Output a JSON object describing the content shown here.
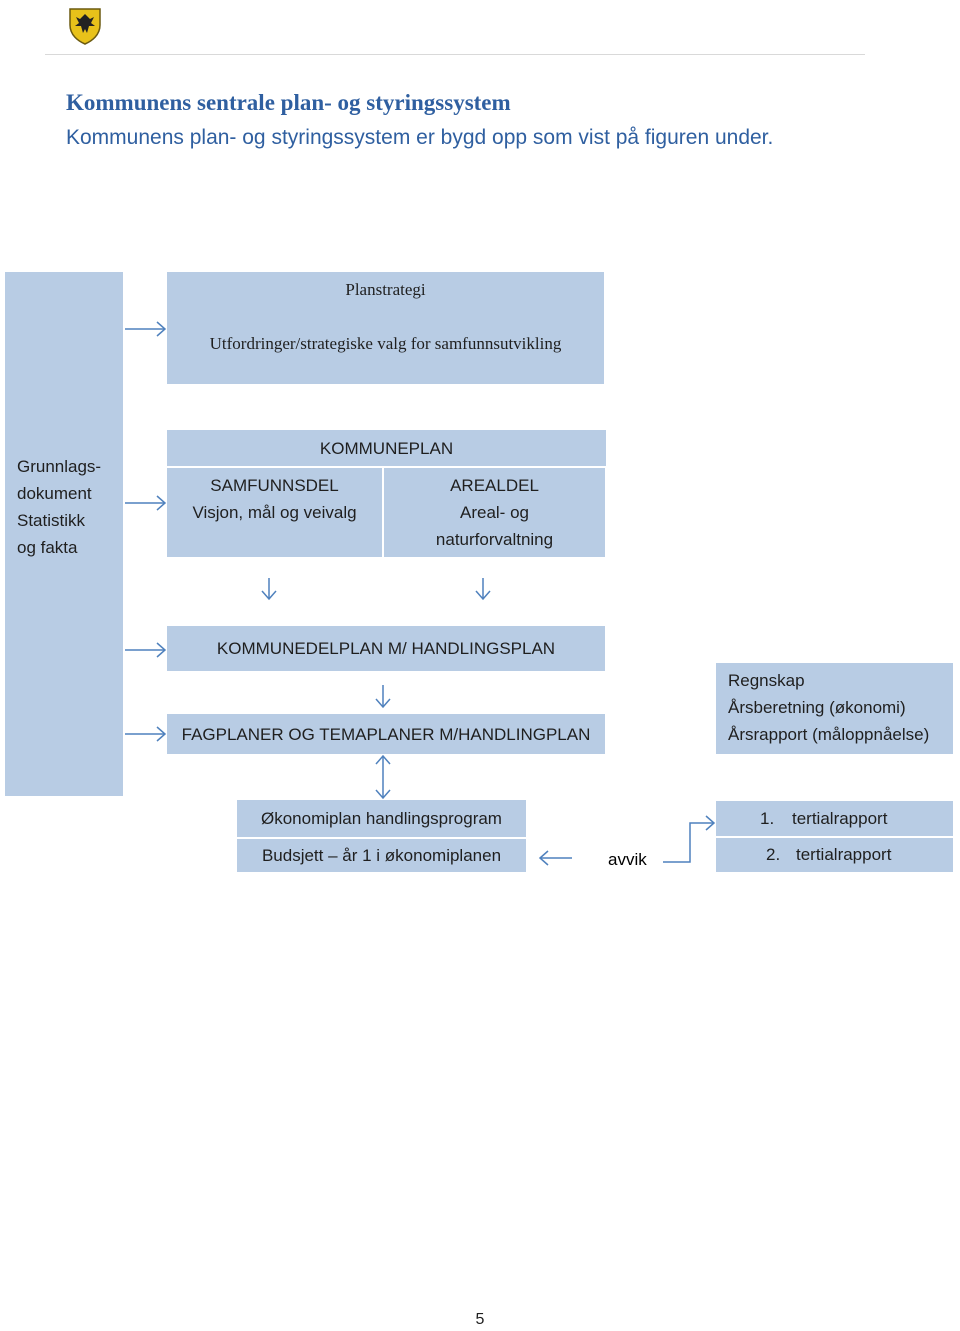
{
  "header": {
    "logo": "coat-of-arms"
  },
  "title": "Kommunens sentrale plan- og styringssystem",
  "subtitle": "Kommunens plan- og styringssystem er bygd opp som vist på figuren under.",
  "diagram": {
    "left_column": [
      "Grunnlags-",
      "dokument",
      "Statistikk",
      "og fakta"
    ],
    "planstrategi": {
      "title": "Planstrategi",
      "text": "Utfordringer/strategiske valg for samfunnsutvikling"
    },
    "kommuneplan": {
      "header": "KOMMUNEPLAN",
      "samfunnsdel": [
        "SAMFUNNSDEL",
        "Visjon, mål og veivalg"
      ],
      "arealdel": [
        "AREALDEL",
        "Areal- og",
        "naturforvaltning"
      ]
    },
    "kommunedelplan": "KOMMUNEDELPLAN M/ HANDLINGSPLAN",
    "fagplaner": "FAGPLANER OG TEMAPLANER M/HANDLINGPLAN",
    "regnskap": [
      "Regnskap",
      "Årsberetning (økonomi)",
      "Årsrapport (måloppnåelse)"
    ],
    "okonomiplan": "Økonomiplan handlingsprogram",
    "budsjett": "Budsjett – år 1 i økonomiplanen",
    "avvik": "avvik",
    "tertial": [
      {
        "num": "1.",
        "label": "tertialrapport"
      },
      {
        "num": "2.",
        "label": "tertialrapport"
      }
    ]
  },
  "colors": {
    "box_fill": "#b8cce4",
    "heading_blue": "#2f5fa0",
    "arrow": "#4f81bd"
  },
  "page_number": "5"
}
